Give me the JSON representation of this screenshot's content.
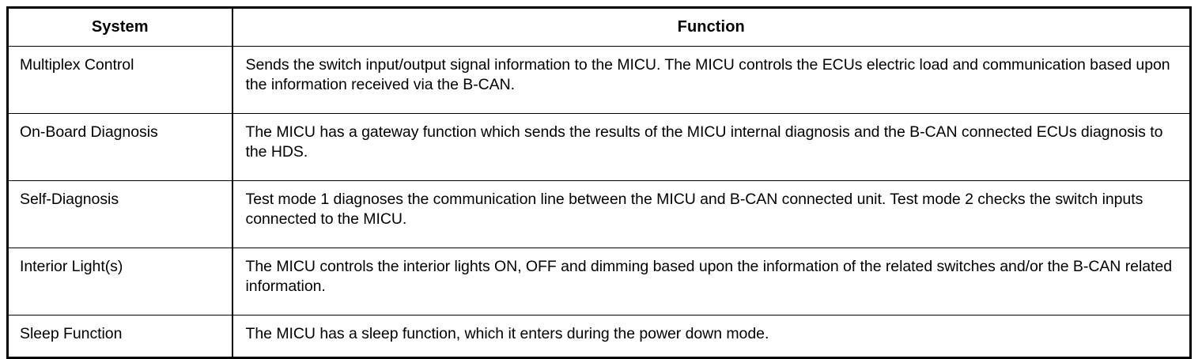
{
  "table": {
    "columns": [
      {
        "key": "system",
        "label": "System",
        "align": "center"
      },
      {
        "key": "function",
        "label": "Function",
        "align": "center"
      }
    ],
    "rows": [
      {
        "system": "Multiplex Control",
        "function": "Sends the switch input/output signal information to the MICU. The MICU controls the ECUs electric load and communication based upon the information received via the B-CAN."
      },
      {
        "system": "On-Board Diagnosis",
        "function": "The MICU has a gateway function which sends the results of the MICU internal diagnosis and the B-CAN connected ECUs diagnosis to the HDS."
      },
      {
        "system": "Self-Diagnosis",
        "function": "Test mode 1 diagnoses the communication line between the MICU and B-CAN connected unit. Test mode 2 checks the switch inputs connected to the MICU."
      },
      {
        "system": "Interior Light(s)",
        "function": "The MICU controls the interior lights ON, OFF and dimming based upon the information of the related switches and/or the B-CAN related information."
      },
      {
        "system": "Sleep Function",
        "function": "The MICU has a sleep function, which it enters during the power down mode."
      }
    ]
  },
  "colors": {
    "border": "#000000",
    "background": "#ffffff",
    "text": "#000000"
  }
}
